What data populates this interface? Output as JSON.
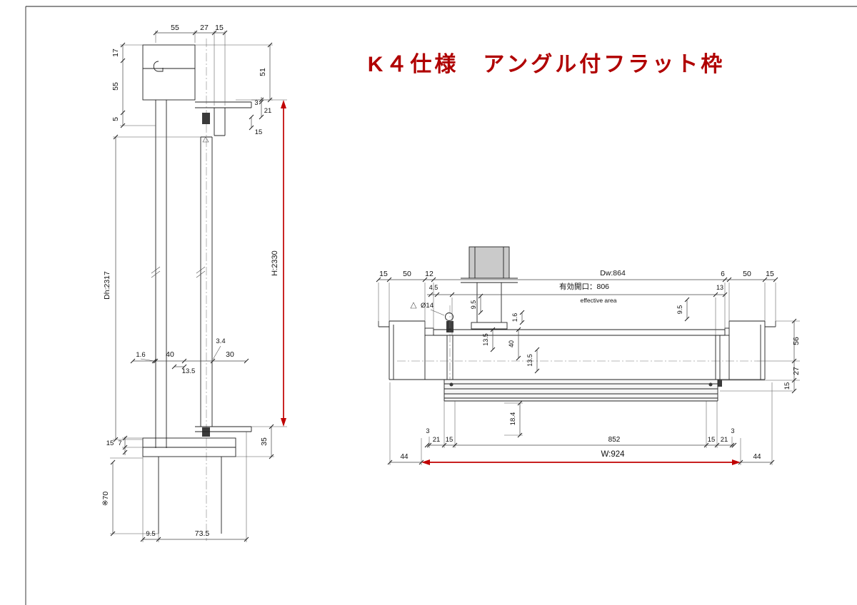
{
  "page": {
    "title": "K４仕様　アングル付フラット枠",
    "accent_color": "#b00000"
  },
  "vertical_section": {
    "top_dims": {
      "a": "55",
      "b": "27",
      "c": "15"
    },
    "left_dims": {
      "a": "17",
      "b": "55",
      "c": "5"
    },
    "head_right_dims": {
      "a": "51",
      "b": "3",
      "c": "21",
      "d": "15"
    },
    "overall_height": "H:2330",
    "door_height": "Dh:2317",
    "mid_dims": {
      "a": "3.4",
      "b": "1.6",
      "c": "40",
      "d": "30",
      "e": "13.5"
    },
    "bottom_dims": {
      "a": "35",
      "b": "15",
      "c": "7",
      "d": "※70",
      "e": "9.5",
      "f": "73.5"
    }
  },
  "horizontal_section": {
    "top_dims": {
      "a": "15",
      "b": "50",
      "c": "12",
      "door_width": "Dw:864",
      "d": "6",
      "e": "50",
      "f": "15"
    },
    "opening_dims": {
      "a": "4.5",
      "effective": "有効開口：806",
      "effective_en": "effective area",
      "b": "13",
      "hole": "Ø14"
    },
    "inner_dims": {
      "a": "9.5",
      "b": "1.6",
      "c": "9.5",
      "d": "13.5",
      "e": "40",
      "f": "13.5"
    },
    "right_dims": {
      "a": "56",
      "b": "27",
      "c": "15"
    },
    "bottom_dims": {
      "a": "3",
      "b": "21",
      "c": "15",
      "d": "18.4",
      "e": "852",
      "f": "15",
      "g": "21",
      "h": "3"
    },
    "width_dims": {
      "a": "44",
      "overall": "W:924",
      "b": "44"
    }
  }
}
